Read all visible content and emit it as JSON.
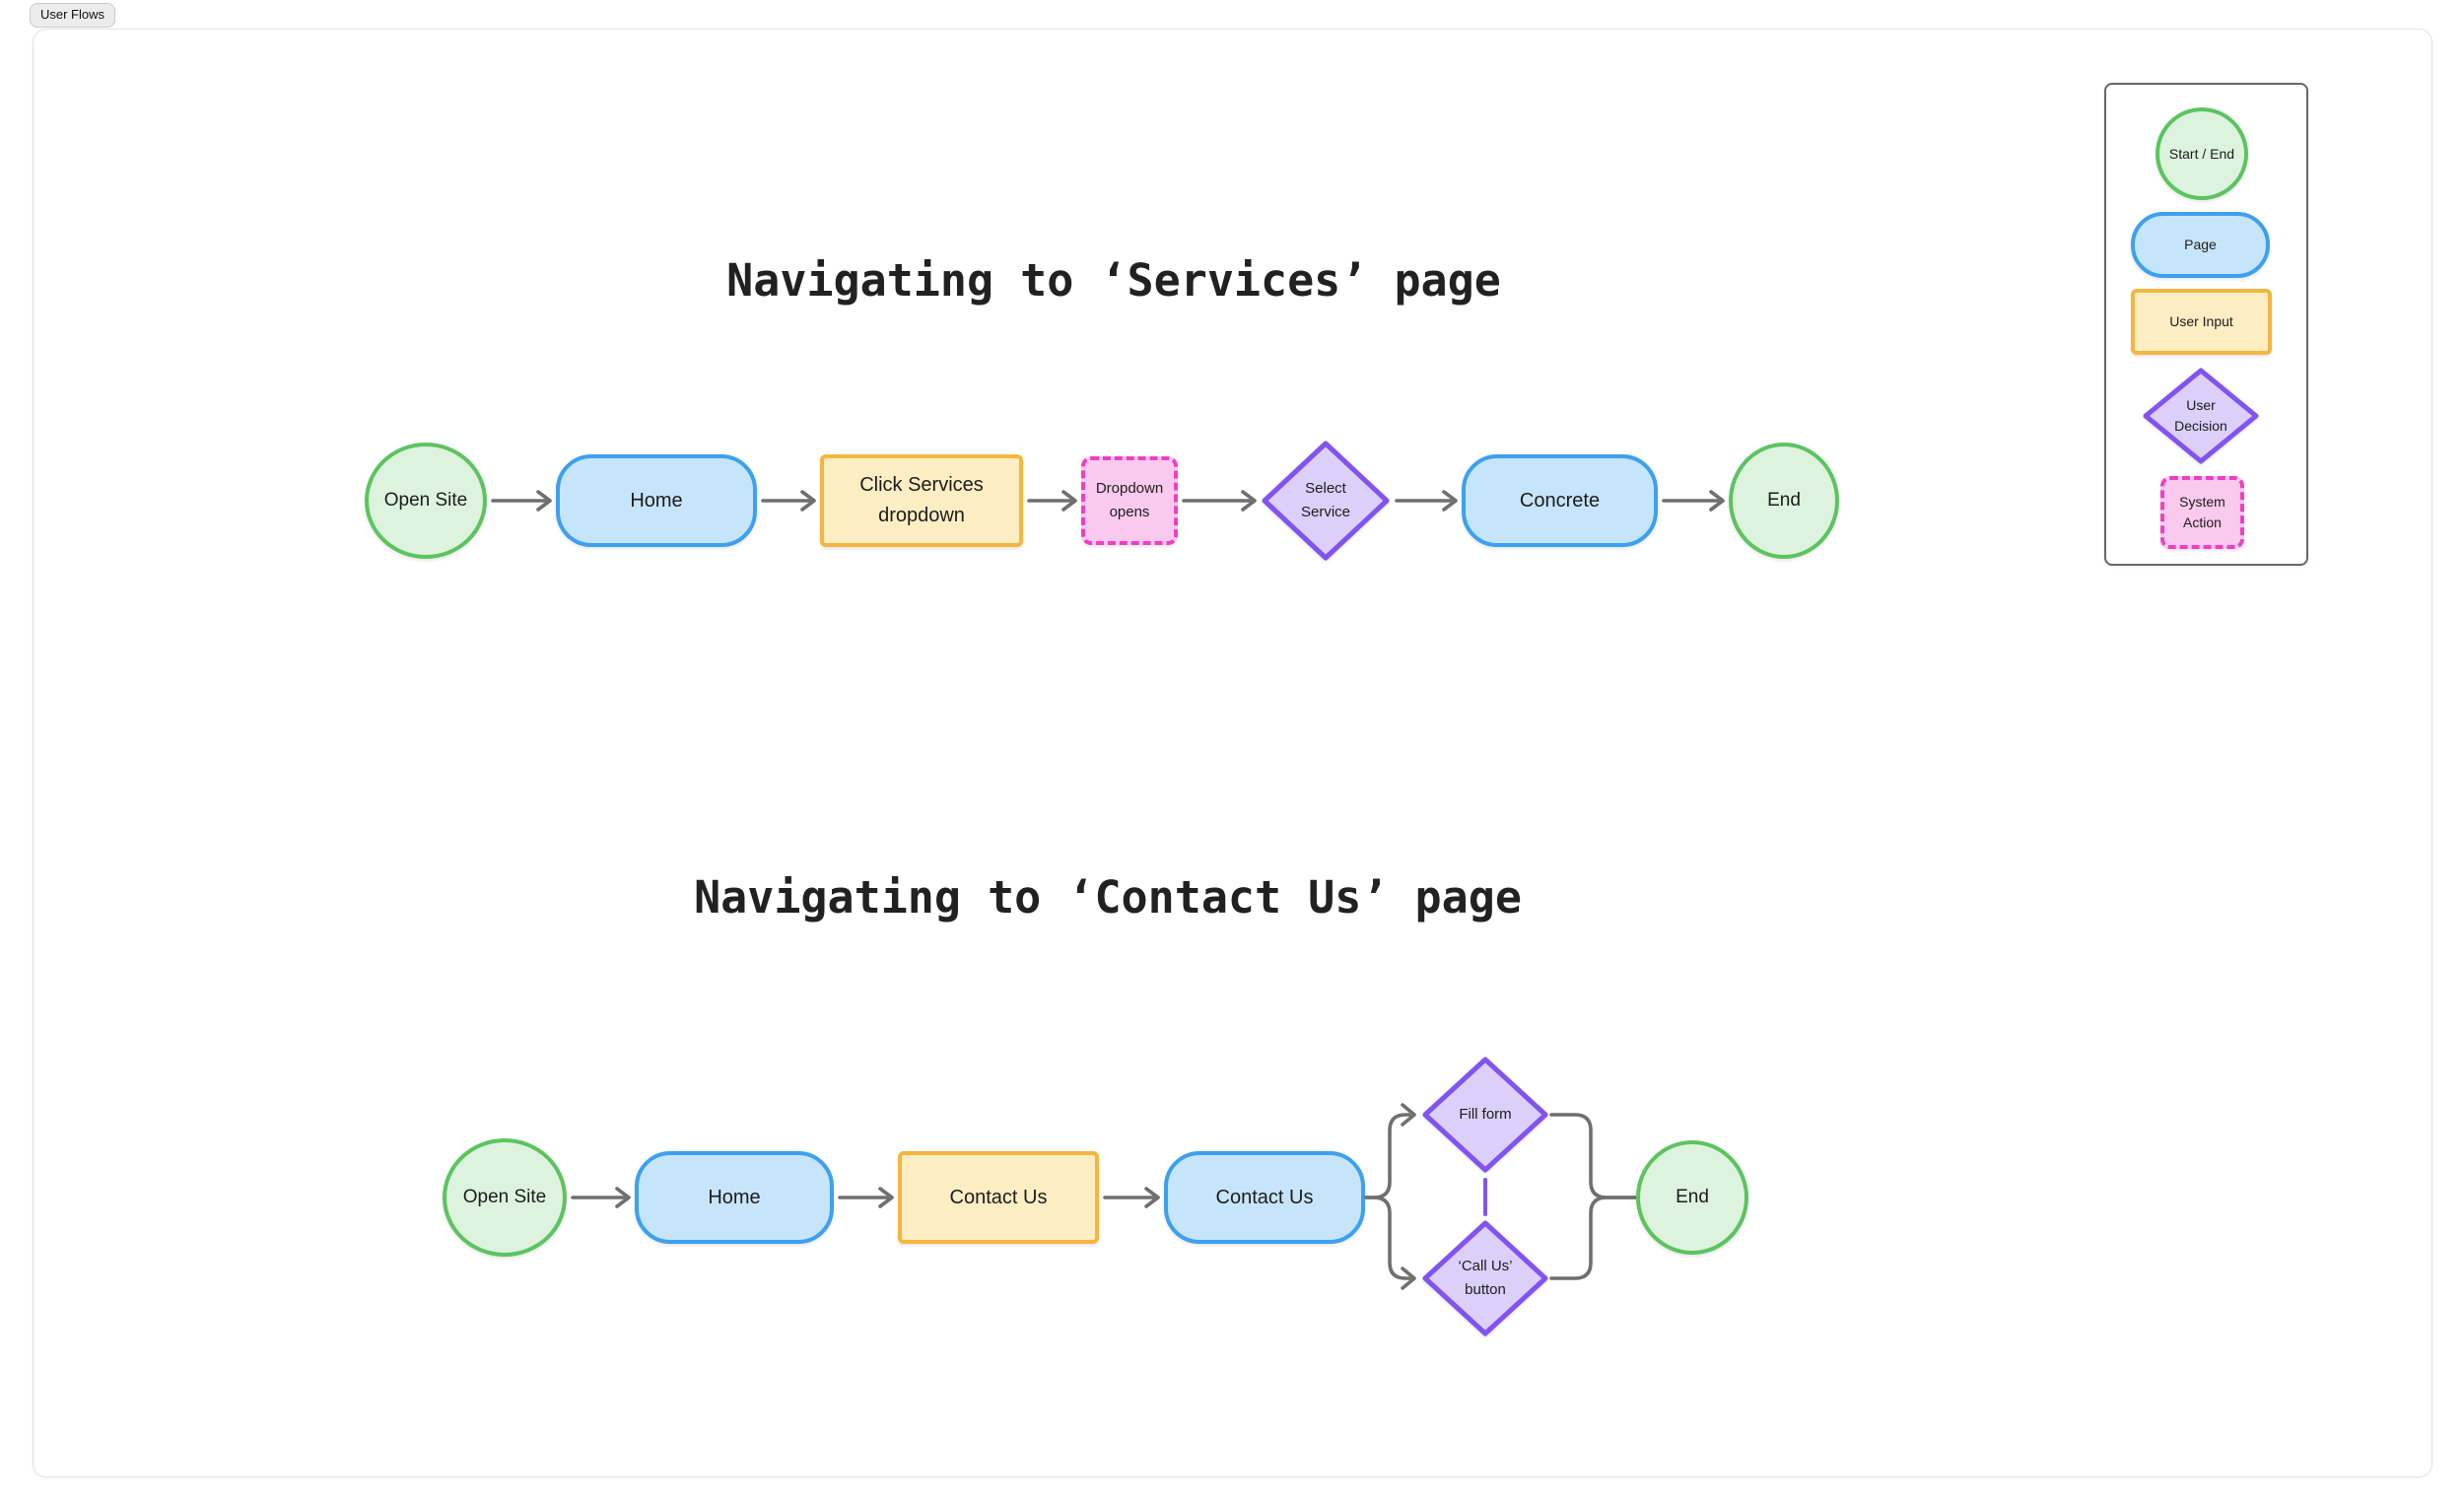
{
  "tab": {
    "label": "User Flows"
  },
  "flows": [
    {
      "title": "Navigating to ‘Services’ page",
      "nodes": [
        {
          "label": "Open Site",
          "type": "start-end"
        },
        {
          "label": "Home",
          "type": "page"
        },
        {
          "label": "Click Services dropdown",
          "type": "user-input"
        },
        {
          "label": "Dropdown opens",
          "type": "system-action"
        },
        {
          "label": "Select Service",
          "type": "user-decision"
        },
        {
          "label": "Concrete",
          "type": "page"
        },
        {
          "label": "End",
          "type": "start-end"
        }
      ]
    },
    {
      "title": "Navigating to ‘Contact Us’ page",
      "nodes": [
        {
          "label": "Open Site",
          "type": "start-end"
        },
        {
          "label": "Home",
          "type": "page"
        },
        {
          "label": "Contact Us",
          "type": "user-input"
        },
        {
          "label": "Contact Us",
          "type": "page"
        },
        {
          "label": "Fill form",
          "type": "user-decision"
        },
        {
          "label": "‘Call Us’ button",
          "type": "user-decision"
        },
        {
          "label": "End",
          "type": "start-end"
        }
      ]
    }
  ],
  "legend": {
    "items": [
      {
        "label": "Start / End"
      },
      {
        "label": "Page"
      },
      {
        "label": "User Input"
      },
      {
        "label": "User Decision"
      },
      {
        "label": "System Action"
      }
    ]
  },
  "colors": {
    "start-end-fill": "#ddf3de",
    "start-end-border": "#5bc45f",
    "page-fill": "#c7e5fa",
    "page-border": "#3da0f0",
    "input-fill": "#fcedc3",
    "input-border": "#f4b63e",
    "decision-fill": "#dcd0fa",
    "decision-border": "#8153f0",
    "system-fill": "#fac9ee",
    "system-border": "#ef3fc1",
    "arrow": "#6f6f6f",
    "text": "#1c1c1c"
  }
}
